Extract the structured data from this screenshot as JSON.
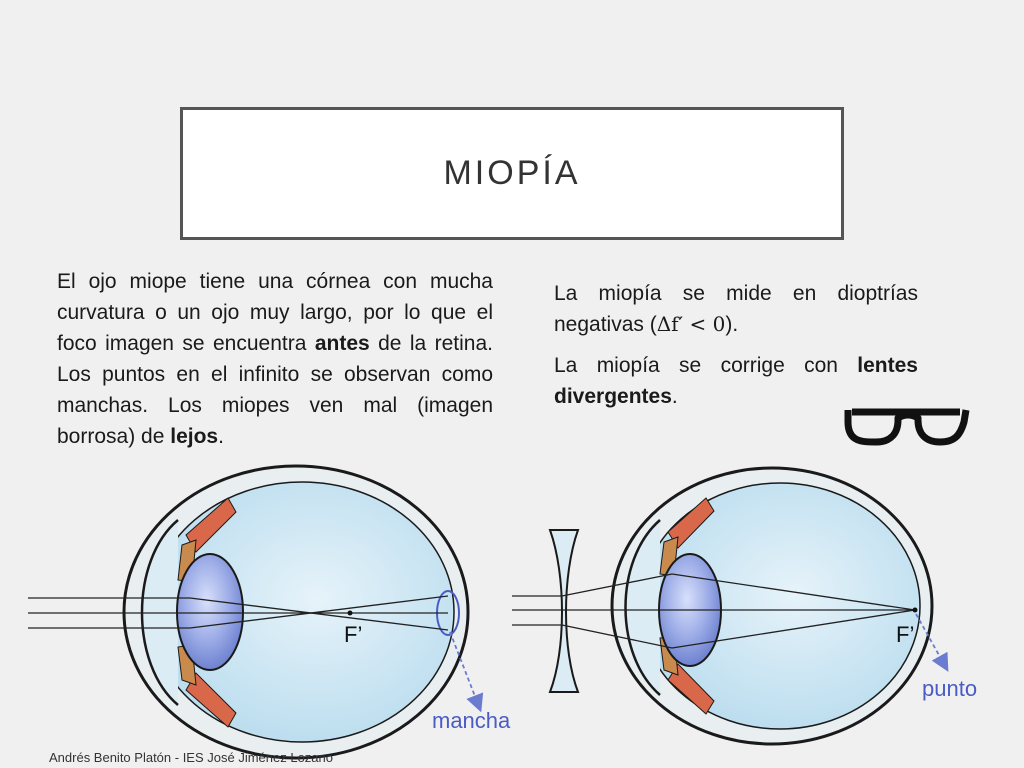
{
  "title": "MIOPÍA",
  "left_paragraph": {
    "t1": "El ojo miope tiene una córnea con mucha curvatura o un ojo muy largo, por lo que el foco imagen se encuentra ",
    "b1": "antes",
    "t2": " de la retina. Los puntos en el infinito se observan como manchas. Los miopes ven mal (imagen borrosa) de ",
    "b2": "lejos",
    "t3": "."
  },
  "right_paragraph_1": {
    "t1": "La miopía se mide en dioptrías negativas (",
    "formula": "Δf′ < 0",
    "t2": ")."
  },
  "right_paragraph_2": {
    "t1": "La miopía se corrige con ",
    "b1": "lentes divergentes",
    "t2": "."
  },
  "diagram": {
    "left_focus_label": "F’",
    "left_spot_label": "mancha",
    "right_focus_label": "F’",
    "right_point_label": "punto",
    "colors": {
      "eyeball_fill": "#cfe6f2",
      "eyeball_stroke": "#1a1a1a",
      "lens_fill": "#8fa2e0",
      "muscle": "#d9684a",
      "accent_label": "#4a5cc4",
      "arrow": "#6a7bd0"
    }
  },
  "icons": {
    "glasses": "glasses-icon"
  },
  "footer": "Andrés Benito Platón - IES José Jiménez Lozano"
}
